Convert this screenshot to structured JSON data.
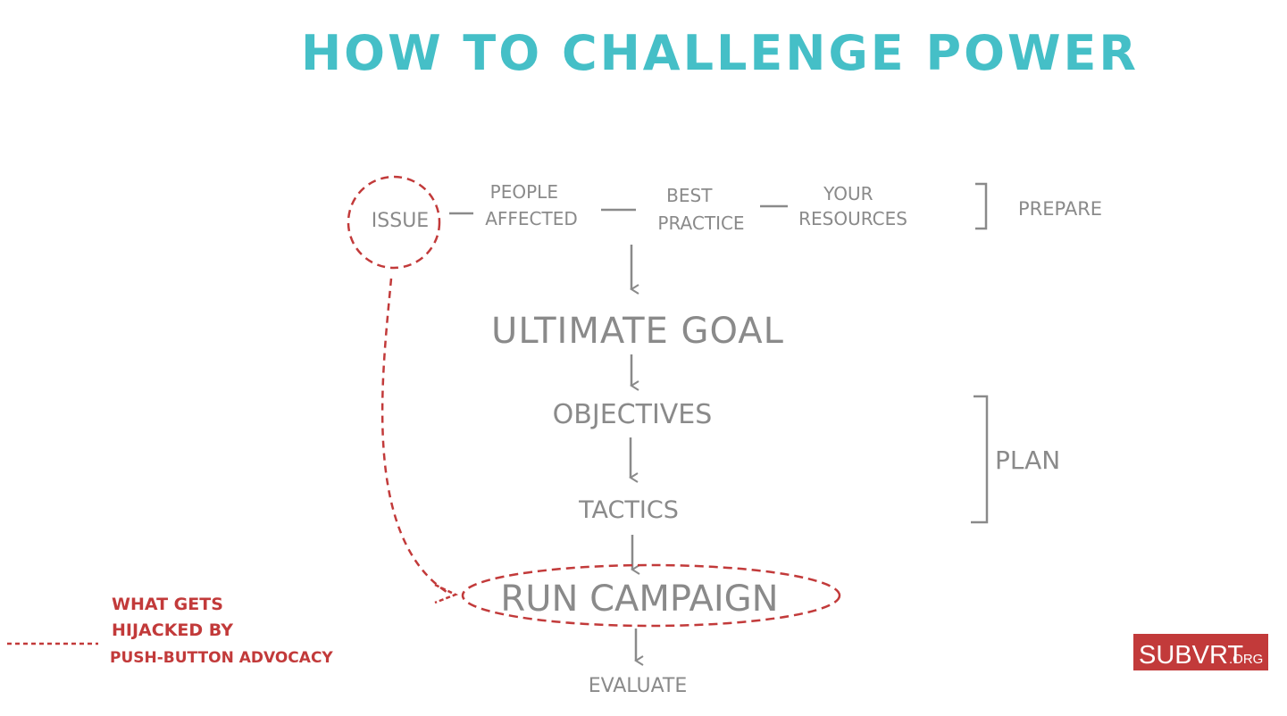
{
  "title": "HOW TO CHALLENGE POWER",
  "colors": {
    "title": "#45bfc7",
    "text": "#8a8a8a",
    "line": "#8a8a8a",
    "accent": "#c23a3a",
    "logo_bg": "#c23a3a",
    "logo_text": "#ffffff"
  },
  "prepare": {
    "issue": "ISSUE",
    "people_affected": [
      "PEOPLE",
      "AFFECTED"
    ],
    "best_practice": [
      "BEST",
      "PRACTICE"
    ],
    "your_resources": [
      "YOUR",
      "RESOURCES"
    ],
    "bracket_label": "PREPARE"
  },
  "steps": {
    "ultimate_goal": "ULTIMATE GOAL",
    "objectives": "OBJECTIVES",
    "tactics": "TACTICS",
    "run_campaign": "RUN CAMPAIGN",
    "evaluate": "EVALUATE"
  },
  "plan_label": "PLAN",
  "legend": {
    "lines": [
      "WHAT GETS",
      "HIJACKED BY",
      "PUSH-BUTTON ADVOCACY"
    ]
  },
  "logo": {
    "main": "SUBVRT",
    "suffix": ".ORG"
  }
}
